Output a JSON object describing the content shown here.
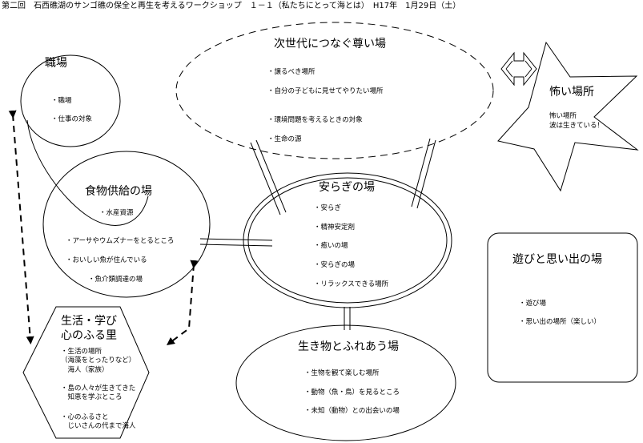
{
  "page_title": "第二回　石西礁湖のサンゴ礁の保全と再生を考えるワークショップ　１－１（私たちにとって海とは）　H17年　1月29日（土）",
  "workplace": {
    "title": "職場",
    "items": [
      "・職場",
      "・仕事の対象"
    ]
  },
  "food": {
    "title": "食物供給の場",
    "items": [
      "・水産資源",
      "・アーサやウムズナーをとるところ",
      "・おいしい魚が住んでいる",
      "・魚介類調達の場"
    ]
  },
  "future": {
    "title": "次世代につなぐ尊い場",
    "items": [
      "・譲るべき場所",
      "・自分の子どもに見せてやりたい場所",
      "・環境問題を考えるときの対象",
      "・生命の源"
    ]
  },
  "fear": {
    "title": "怖い場所",
    "items": [
      "怖い場所",
      "波は生きている！"
    ]
  },
  "peace": {
    "title": "安らぎの場",
    "items": [
      "・安らぎ",
      "・精神安定剤",
      "・癒いの場",
      "・安らぎの場",
      "・リラックスできる場所"
    ]
  },
  "life": {
    "title_line1": "生活・学び",
    "title_line2": "心のふる里",
    "items": [
      "・生活の場所\n（海藻をとったりなど）\n　海人（家族）",
      "・島の人々が生きてきた\n　知恵を学ぶところ",
      "・心のふるさと\n　じいさんの代まで海人"
    ]
  },
  "creatures": {
    "title": "生き物とふれあう場",
    "items": [
      "・生物を観て楽しむ場所",
      "・動物（魚・鳥）を見るところ",
      "・未知（動物）との出会いの場"
    ]
  },
  "play": {
    "title": "遊びと思い出の場",
    "items": [
      "・遊び場",
      "・思い出の場所（楽しい）"
    ]
  }
}
